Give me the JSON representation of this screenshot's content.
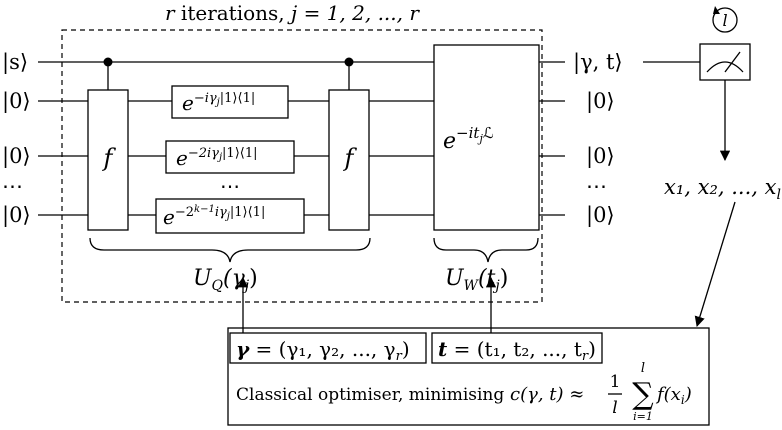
{
  "loop": {
    "label_prefix": "r",
    "label_rest": " iterations, ",
    "label_index": "j = 1, 2, ..., r"
  },
  "inputs": {
    "wire1": "|s⟩",
    "wire2": "|0⟩",
    "wire3": "|0⟩",
    "dots": "⋯",
    "wire4": "|0⟩"
  },
  "outputs": {
    "wire1": "|γ, t⟩",
    "wire2": "|0⟩",
    "wire3": "|0⟩",
    "dots": "⋯",
    "wire4": "|0⟩"
  },
  "oracle": {
    "label": "f"
  },
  "phase_gates": {
    "g1_base": "e",
    "g1_exp": "−iγ",
    "g1_sub": "j",
    "g1_tail": "|1⟩⟨1|",
    "g2_base": "e",
    "g2_exp": "−2iγ",
    "g2_sub": "j",
    "g2_tail": "|1⟩⟨1|",
    "dots": "⋯",
    "g3_base": "e",
    "g3_exp": "−2",
    "g3_sup": "k−1",
    "g3_exp2": "iγ",
    "g3_sub": "j",
    "g3_tail": "|1⟩⟨1|"
  },
  "mixer": {
    "base": "e",
    "exp": "−it",
    "sub": "j",
    "op": "ℒ"
  },
  "braces": {
    "uq_main": "U",
    "uq_sub": "Q",
    "uq_arg": "(γ",
    "uq_arg_sub": "j",
    "uq_close": ")",
    "uw_main": "U",
    "uw_sub": "W",
    "uw_arg": "(t",
    "uw_arg_sub": "j",
    "uw_close": ")"
  },
  "measurement": {
    "repeat": "l",
    "samples": "x₁, x₂, ..., x",
    "samples_sub": "l"
  },
  "optimiser": {
    "gamma_vec": "γ",
    "gamma_def": " = (γ₁, γ₂, ..., γ",
    "gamma_def_end": "r",
    "gamma_close": ")",
    "t_vec": "t",
    "t_def": " = (t₁, t₂, ..., t",
    "t_def_end": "r",
    "t_close": ")",
    "text": "Classical optimiser, minimising",
    "cost": "c(γ, t) ≈",
    "frac_num": "1",
    "frac_den": "l",
    "sum_top": "l",
    "sum_sym": "∑",
    "sum_bottom": "i=1",
    "summand": "f(x",
    "summand_sub": "i",
    "summand_close": ")"
  }
}
